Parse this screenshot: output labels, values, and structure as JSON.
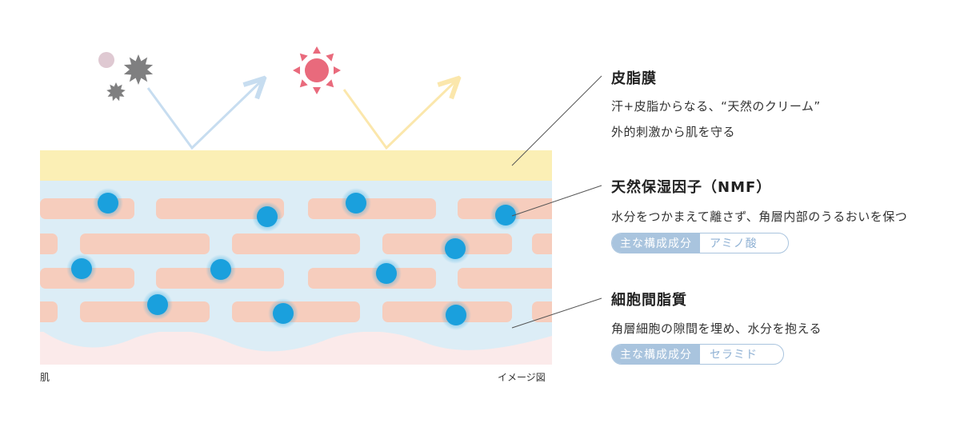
{
  "colors": {
    "sebum_film": "#fbefb5",
    "water_layer": "#dcedf6",
    "cell": "#f6cdbd",
    "nmf_dot": "#1aa0dd",
    "lower_skin": "#fbeaea",
    "uv_sun": "#e96a7c",
    "pollutant": "#7f7f80",
    "pollutant_light": "#dfc9d2",
    "arrow_blue": "#c7ddf0",
    "arrow_yellow": "#fbe7ac",
    "tag_border": "#a9c4de"
  },
  "icons": {
    "pollutants": [
      "pollen-dot-icon",
      "dust-particle-icon",
      "small-dust-particle-icon"
    ],
    "sun": "sun-icon"
  },
  "captions": {
    "left": "肌",
    "right": "イメージ図"
  },
  "sections": [
    {
      "title": "皮脂膜",
      "lines": [
        "汗+皮脂からなる、“天然のクリーム”",
        "外的刺激から肌を守る"
      ]
    },
    {
      "title": "天然保湿因子（NMF）",
      "lines": [
        "水分をつかまえて離さず、角層内部のうるおいを保つ"
      ],
      "tag": {
        "label": "主な構成成分",
        "value": "アミノ酸"
      }
    },
    {
      "title": "細胞間脂質",
      "lines": [
        "角層細胞の隙間を埋め、水分を抱える"
      ],
      "tag": {
        "label": "主な構成成分",
        "value": "セラミド"
      }
    }
  ]
}
